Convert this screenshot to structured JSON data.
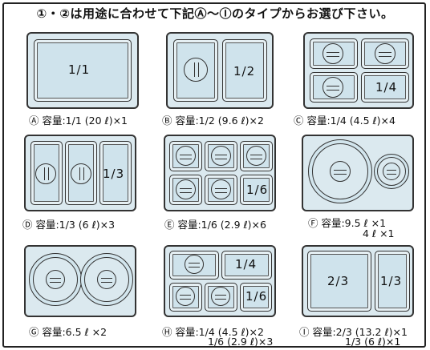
{
  "header": "①・②は用途に合わせて下記Ⓐ～Ⓘのタイプからお選び下さい。",
  "types": [
    {
      "label": "1/1",
      "caption": "Ⓐ 容量:1/1 (20 ℓ)×1"
    },
    {
      "label": "1/2",
      "caption": "Ⓑ 容量:1/2 (9.6 ℓ)×2"
    },
    {
      "label": "1/4",
      "caption": "Ⓒ 容量:1/4 (4.5 ℓ)×4"
    },
    {
      "label": "1/3",
      "caption": "Ⓓ 容量:1/3 (6 ℓ)×3"
    },
    {
      "label": "1/6",
      "caption": "Ⓔ 容量:1/6 (2.9 ℓ)×6"
    },
    {
      "label": "",
      "caption": "Ⓕ 容量:9.5 ℓ ×1",
      "caption2": "4 ℓ ×1"
    },
    {
      "label": "",
      "caption": "Ⓖ 容量:6.5 ℓ ×2"
    },
    {
      "label": "1/4",
      "label2": "1/6",
      "caption": "Ⓗ 容量:1/4 (4.5 ℓ)×2",
      "caption2": "1/6 (2.9 ℓ)×3"
    },
    {
      "label": "2/3",
      "label2": "1/3",
      "caption": "Ⓘ 容量:2/3 (13.2 ℓ)×1",
      "caption2": "1/3 (6 ℓ)×1"
    }
  ]
}
